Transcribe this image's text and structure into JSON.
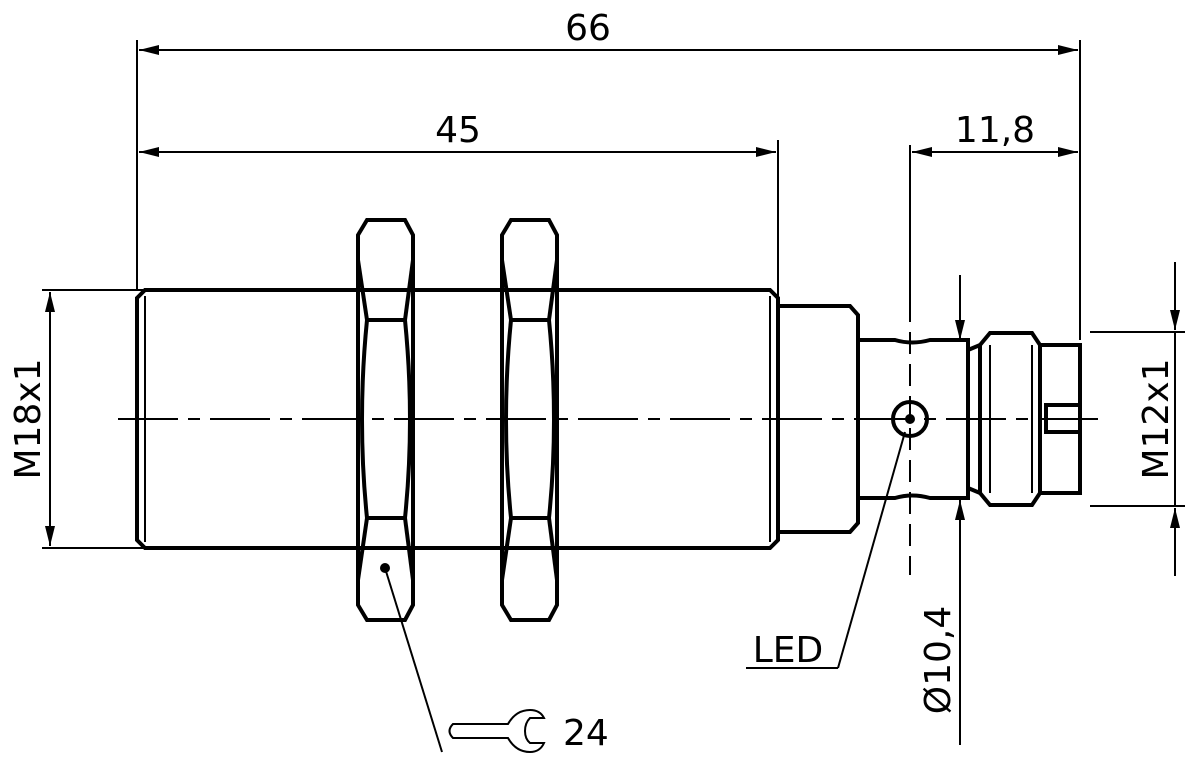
{
  "dimensions": {
    "overall_length": "66",
    "thread_length": "45",
    "connector_length": "11,8",
    "thread_diameter": "M18x1",
    "connector_thread": "M12x1",
    "neck_diameter": "Ø10,4",
    "wrench_size": "24"
  },
  "labels": {
    "led": "LED"
  },
  "icons": {
    "wrench": "open-end-wrench-icon"
  }
}
